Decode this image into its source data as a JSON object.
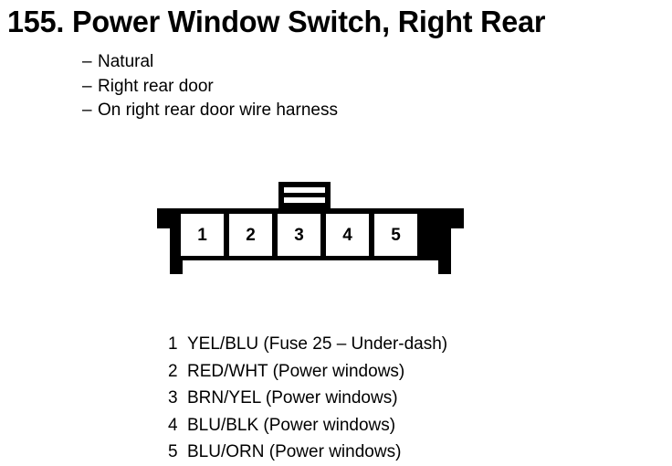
{
  "page": {
    "number": "155.",
    "title": "155.  Power Window Switch, Right Rear"
  },
  "attributes": {
    "dash": "–",
    "items": [
      {
        "text": "Natural"
      },
      {
        "text": "Right rear door"
      },
      {
        "text": "On right rear door wire harness"
      }
    ]
  },
  "connector": {
    "name": "5-pin connector face view",
    "pin_count": 5,
    "pins": [
      {
        "number": "1"
      },
      {
        "number": "2"
      },
      {
        "number": "3"
      },
      {
        "number": "4"
      },
      {
        "number": "5"
      }
    ],
    "locking_tab": "keyway-tab",
    "outline_color": "#000000",
    "fill_color": "#ffffff"
  },
  "pin_legend": {
    "rows": [
      {
        "number": "1",
        "description": "YEL/BLU (Fuse 25 – Under-dash)"
      },
      {
        "number": "2",
        "description": "RED/WHT (Power windows)"
      },
      {
        "number": "3",
        "description": "BRN/YEL (Power windows)"
      },
      {
        "number": "4",
        "description": "BLU/BLK (Power windows)"
      },
      {
        "number": "5",
        "description": "BLU/ORN (Power windows)"
      }
    ]
  }
}
